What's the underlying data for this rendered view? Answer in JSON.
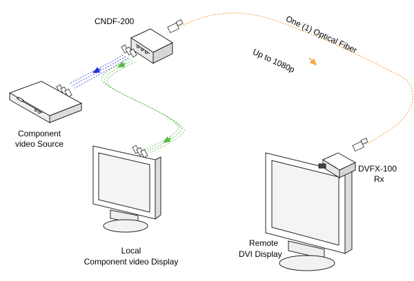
{
  "labels": {
    "cndf": "CNDF-200",
    "source_line1": "Component",
    "source_line2": "video Source",
    "local_line1": "Local",
    "local_line2": "Component video Display",
    "remote_line1": "Remote",
    "remote_line2": "DVI Display",
    "dvfx_line1": "DVFX-100",
    "dvfx_line2": "Rx",
    "fiber": "One (1) Optical Fiber",
    "resolution": "Up to 1080p"
  },
  "colors": {
    "fiber": "#f4a64a",
    "video_blue": "#2233dd",
    "video_green": "#55bb44",
    "outline": "#222222",
    "screen": "#f4f4f4"
  },
  "icons": {
    "source": "dvd-player-icon",
    "converter": "cndf-200-box-icon",
    "local_display": "monitor-icon",
    "remote_display": "monitor-icon",
    "receiver": "dvi-receiver-icon"
  }
}
